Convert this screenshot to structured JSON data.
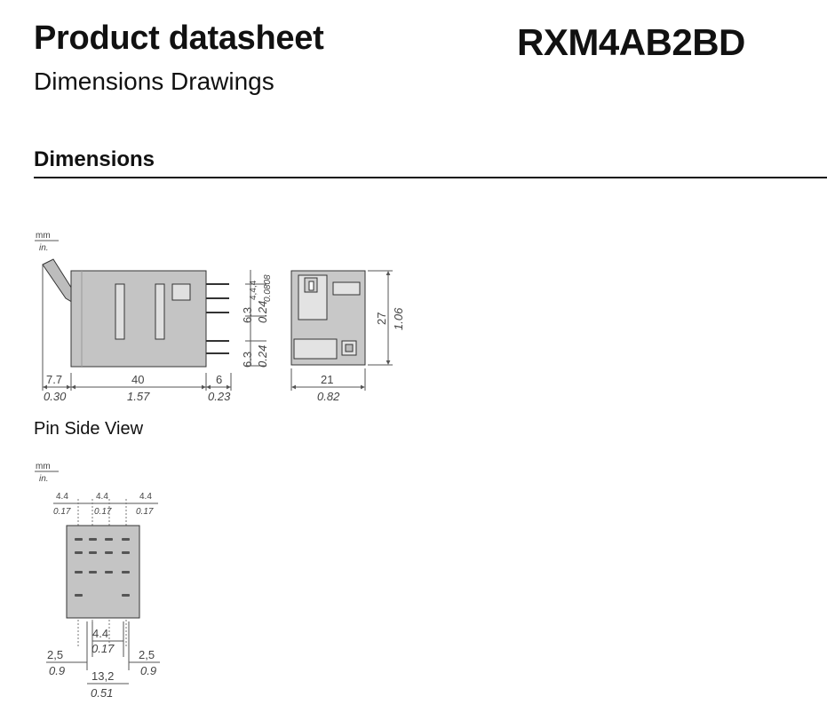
{
  "header": {
    "title": "Product datasheet",
    "subtitle": "Dimensions Drawings",
    "product_code": "RXM4AB2BD"
  },
  "section": {
    "heading": "Dimensions"
  },
  "units": {
    "mm": "mm",
    "in": "in."
  },
  "side_view": {
    "dims": {
      "lever_mm": "7.7",
      "lever_in": "0.30",
      "body_mm": "40",
      "body_in": "1.57",
      "pins_mm": "6",
      "pins_in": "0.23",
      "pitch_top_mm": "6.3",
      "pitch_top_in": "0.24",
      "pitch_bot_mm": "6.3",
      "pitch_bot_in": "0.24",
      "stack_mm": "4,4,4",
      "stack_in": "0.0808"
    }
  },
  "end_view": {
    "dims": {
      "width_mm": "21",
      "width_in": "0.82",
      "height_mm": "27",
      "height_in": "1.06"
    }
  },
  "pin_side_view": {
    "caption": "Pin Side View",
    "dims": {
      "top_left_mm": "4.4",
      "top_left_in": "0.17",
      "top_mid_mm": "4.4",
      "top_mid_in": "0.17",
      "top_right_mm": "4.4",
      "top_right_in": "0.17",
      "inner_mm": "4.4",
      "inner_in": "0.17",
      "left_mm": "2,5",
      "left_in": "0.9",
      "right_mm": "2,5",
      "right_in": "0.9",
      "span_mm": "13,2",
      "span_in": "0.51"
    }
  }
}
